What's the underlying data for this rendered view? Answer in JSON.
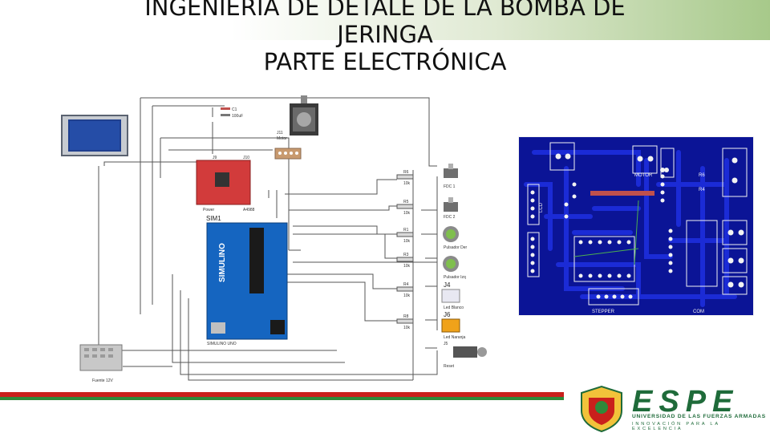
{
  "title": {
    "line1": "INGENIERÍA DE DETALE DE LA BOMBA DE",
    "line2": "JERINGA",
    "line3": "PARTE ELECTRÓNICA"
  },
  "schematic": {
    "c1": "C1",
    "c1_value": "100uF",
    "j11": "J11",
    "motor": "Motor",
    "j9": "J9",
    "j10": "J10",
    "a4988": "A4988",
    "power": "Power",
    "sim1": "SIM1",
    "simulino": "SIMULINO",
    "simulino_uno": "SIMULINO UNO",
    "r6": "R6",
    "r6v": "10k",
    "r5": "R5",
    "r5v": "10k",
    "r1": "R1",
    "r1v": "10k",
    "r3": "R3",
    "r3v": "10k",
    "r4": "R4",
    "r4v": "10k",
    "r8": "R8",
    "r8v": "10k",
    "fdc1": "FDC 1",
    "fdc2": "FDC 2",
    "pulsador_der": "Pulsador Der",
    "pulsador_izq": "Pulsador Izq",
    "j4": "J4",
    "led_blanco": "Led Blanco",
    "j6": "J6",
    "led_naranja": "Led Naranja",
    "j5": "J5",
    "reset": "Reset",
    "fuente": "Fuente 12V"
  },
  "pcb": {
    "motor_label": "MOTOR",
    "stepper": "STEPPER",
    "com": "COM",
    "r6": "R6",
    "r4": "R4",
    "lcd": "LCD"
  },
  "logo": {
    "name": "ESPE",
    "sub1": "UNIVERSIDAD DE LAS FUERZAS ARMADAS",
    "sub2": "INNOVACIÓN PARA LA EXCELENCIA"
  },
  "colors": {
    "pcb_bg": "#0b1496",
    "pcb_track": "#1b2bd6",
    "pcb_silk": "#f2f2f2",
    "arduino": "#1565c0",
    "driver": "#d23b3b",
    "logo_green": "#1f6b3a",
    "band_red": "#c9201c",
    "band_green": "#2f8a3a"
  }
}
